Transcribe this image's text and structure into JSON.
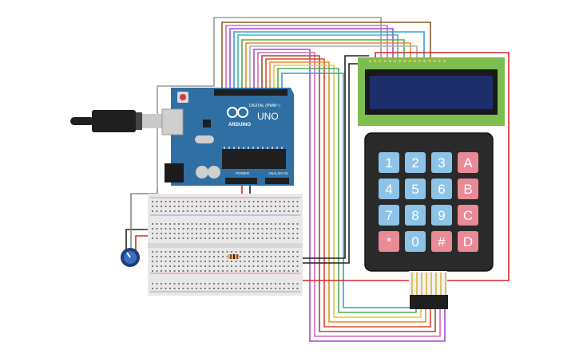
{
  "arduino": {
    "brand": "ARDUINO",
    "model": "UNO",
    "digital_header": "DIGITAL (PWM~)",
    "power_header": "POWER",
    "analog_header": "ANALOG IN"
  },
  "keypad": {
    "keys": [
      {
        "label": "1",
        "kind": "digit"
      },
      {
        "label": "2",
        "kind": "digit"
      },
      {
        "label": "3",
        "kind": "digit"
      },
      {
        "label": "A",
        "kind": "letter"
      },
      {
        "label": "4",
        "kind": "digit"
      },
      {
        "label": "5",
        "kind": "digit"
      },
      {
        "label": "6",
        "kind": "digit"
      },
      {
        "label": "B",
        "kind": "letter"
      },
      {
        "label": "7",
        "kind": "digit"
      },
      {
        "label": "8",
        "kind": "digit"
      },
      {
        "label": "9",
        "kind": "digit"
      },
      {
        "label": "C",
        "kind": "letter"
      },
      {
        "label": "*",
        "kind": "letter"
      },
      {
        "label": "0",
        "kind": "digit"
      },
      {
        "label": "#",
        "kind": "letter"
      },
      {
        "label": "D",
        "kind": "letter"
      }
    ]
  },
  "colors": {
    "arduino_board": "#2f6fa3",
    "digit_key": "#8ec3e8",
    "letter_key": "#e98a96",
    "keypad_body": "#2a2a2a",
    "lcd_pcb": "#7ebd4f",
    "lcd_screen": "#1d2f6b",
    "breadboard": "#e8e8e8"
  }
}
